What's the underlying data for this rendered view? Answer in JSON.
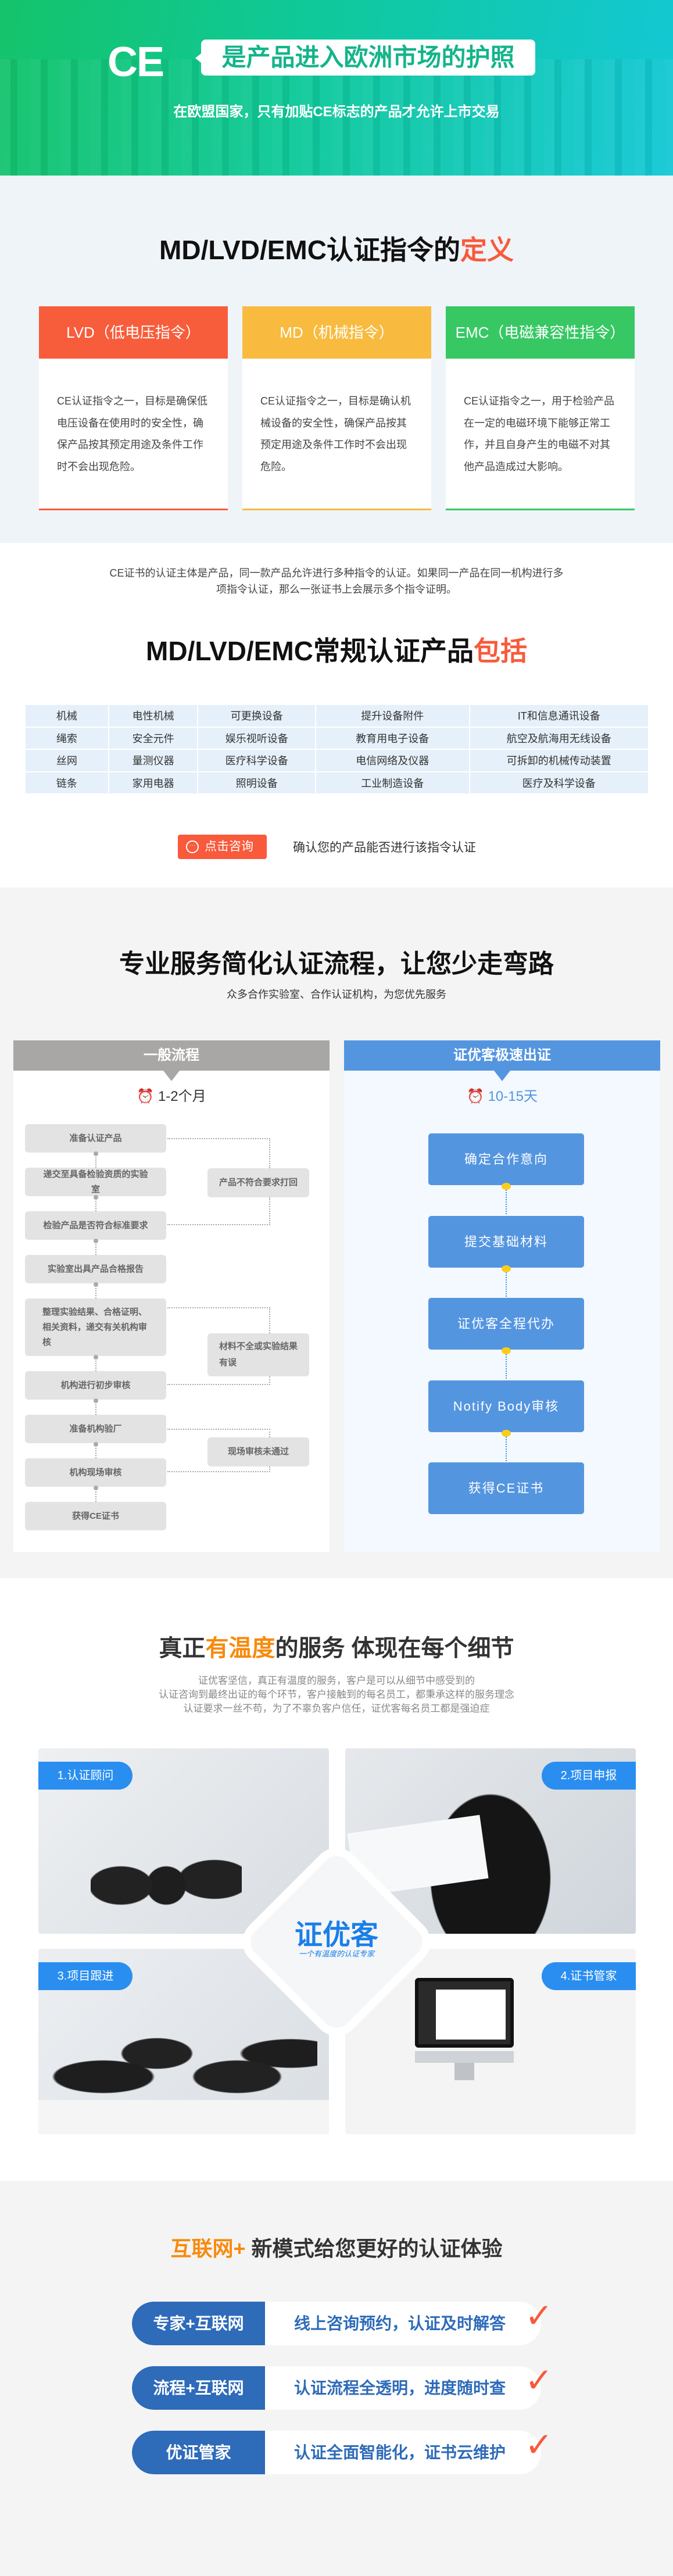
{
  "hero": {
    "logo_text": "CE",
    "headline": "是产品进入欧洲市场的护照",
    "subline": "在欧盟国家，只有加贴CE标志的产品才允许上市交易"
  },
  "definition": {
    "title_main": "MD/LVD/EMC认证指令的",
    "title_highlight": "定义",
    "cards": [
      {
        "title": "LVD（低电压指令）",
        "body": "CE认证指令之一，目标是确保低电压设备在使用时的安全性，确保产品按其预定用途及条件工作时不会出现危险。",
        "color": "#f85d3b"
      },
      {
        "title": "MD（机械指令）",
        "body": "CE认证指令之一，目标是确认机械设备的安全性，确保产品按其预定用途及条件工作时不会出现危险。",
        "color": "#f8bb40"
      },
      {
        "title": "EMC（电磁兼容性指令）",
        "body": "CE认证指令之一，用于检验产品在一定的电磁环境下能够正常工作，并且自身产生的电磁不对其他产品造成过大影响。",
        "color": "#37c864"
      }
    ]
  },
  "products": {
    "intro": "CE证书的认证主体是产品，同一款产品允许进行多种指令的认证。如果同一产品在同一机构进行多项指令认证，那么一张证书上会展示多个指令证明。",
    "title_main": "MD/LVD/EMC常规认证产品",
    "title_highlight": "包括",
    "rows": [
      [
        "机械",
        "电性机械",
        "可更换设备",
        "提升设备附件",
        "IT和信息通讯设备"
      ],
      [
        "绳索",
        "安全元件",
        "娱乐视听设备",
        "教育用电子设备",
        "航空及航海用无线设备"
      ],
      [
        "丝网",
        "量测仪器",
        "医疗科学设备",
        "电信网络及仪器",
        "可拆卸的机械传动装置"
      ],
      [
        "链条",
        "家用电器",
        "照明设备",
        "工业制造设备",
        "医疗及科学设备"
      ]
    ],
    "consult_button": "点击咨询",
    "consult_icon": "chat-bubble-icon",
    "consult_tip": "确认您的产品能否进行该指令认证"
  },
  "flow": {
    "title": "专业服务简化认证流程，让您少走弯路",
    "subtitle": "众多合作实验室、合作认证机构，为您优先服务",
    "general": {
      "title": "一般流程",
      "duration": "1-2个月",
      "color": "#a8a7a6",
      "steps": [
        "准备认证产品",
        "递交至具备检验资质的实验室",
        "检验产品是否符合标准要求",
        "实验室出具产品合格报告",
        "整理实验结果、合格证明、相关资料，递交有关机构审核",
        "机构进行初步审核",
        "准备机构验厂",
        "机构现场审核",
        "获得CE证书"
      ],
      "loops": [
        "产品不符合要求打回",
        "材料不全或实验结果有误",
        "现场审核未通过"
      ]
    },
    "fast": {
      "title": "证优客极速出证",
      "duration": "10-15天",
      "color": "#5495e0",
      "steps": [
        "确定合作意向",
        "提交基础材料",
        "证优客全程代办",
        "Notify Body审核",
        "获得CE证书"
      ]
    }
  },
  "service": {
    "title_a": "真正",
    "title_highlight": "有温度",
    "title_b": "的服务 体现在每个细节",
    "lines": [
      "证优客坚信，真正有温度的服务，客户是可以从细节中感受到的",
      "认证咨询到最终出证的每个环节，客户接触到的每名员工，都秉承这样的服务理念",
      "认证要求一丝不苟，为了不辜负客户信任，证优客每名员工都是强迫症"
    ],
    "photos": [
      "1.认证顾问",
      "2.项目申报",
      "3.项目跟进",
      "4.证书管家"
    ],
    "logo": {
      "name": "证优客",
      "slogan": "一个有温度的认证专家"
    }
  },
  "internet": {
    "title_highlight": "互联网+",
    "title_rest": "新模式给您更好的认证体验",
    "rows": [
      {
        "tag": "专家+互联网",
        "text": "线上咨询预约，认证及时解答"
      },
      {
        "tag": "流程+互联网",
        "text": "认证流程全透明，进度随时查"
      },
      {
        "tag": "优证管家",
        "text": "认证全面智能化，证书云维护"
      }
    ],
    "check_icon": "check-icon"
  }
}
